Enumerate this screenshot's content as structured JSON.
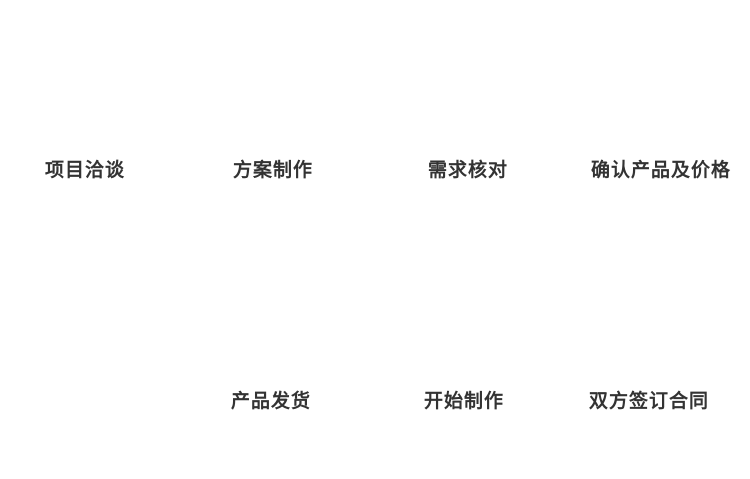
{
  "diagram": {
    "title": "process-flow",
    "background_color": "#ffffff",
    "text_color": "#333333",
    "steps": [
      {
        "label": "项目洽谈",
        "row": "top",
        "order": 1
      },
      {
        "label": "方案制作",
        "row": "top",
        "order": 2
      },
      {
        "label": "需求核对",
        "row": "top",
        "order": 3
      },
      {
        "label": "确认产品及价格",
        "row": "top",
        "order": 4
      },
      {
        "label": "双方签订合同",
        "row": "bottom",
        "order": 5
      },
      {
        "label": "开始制作",
        "row": "bottom",
        "order": 6
      },
      {
        "label": "产品发货",
        "row": "bottom",
        "order": 7
      }
    ]
  }
}
